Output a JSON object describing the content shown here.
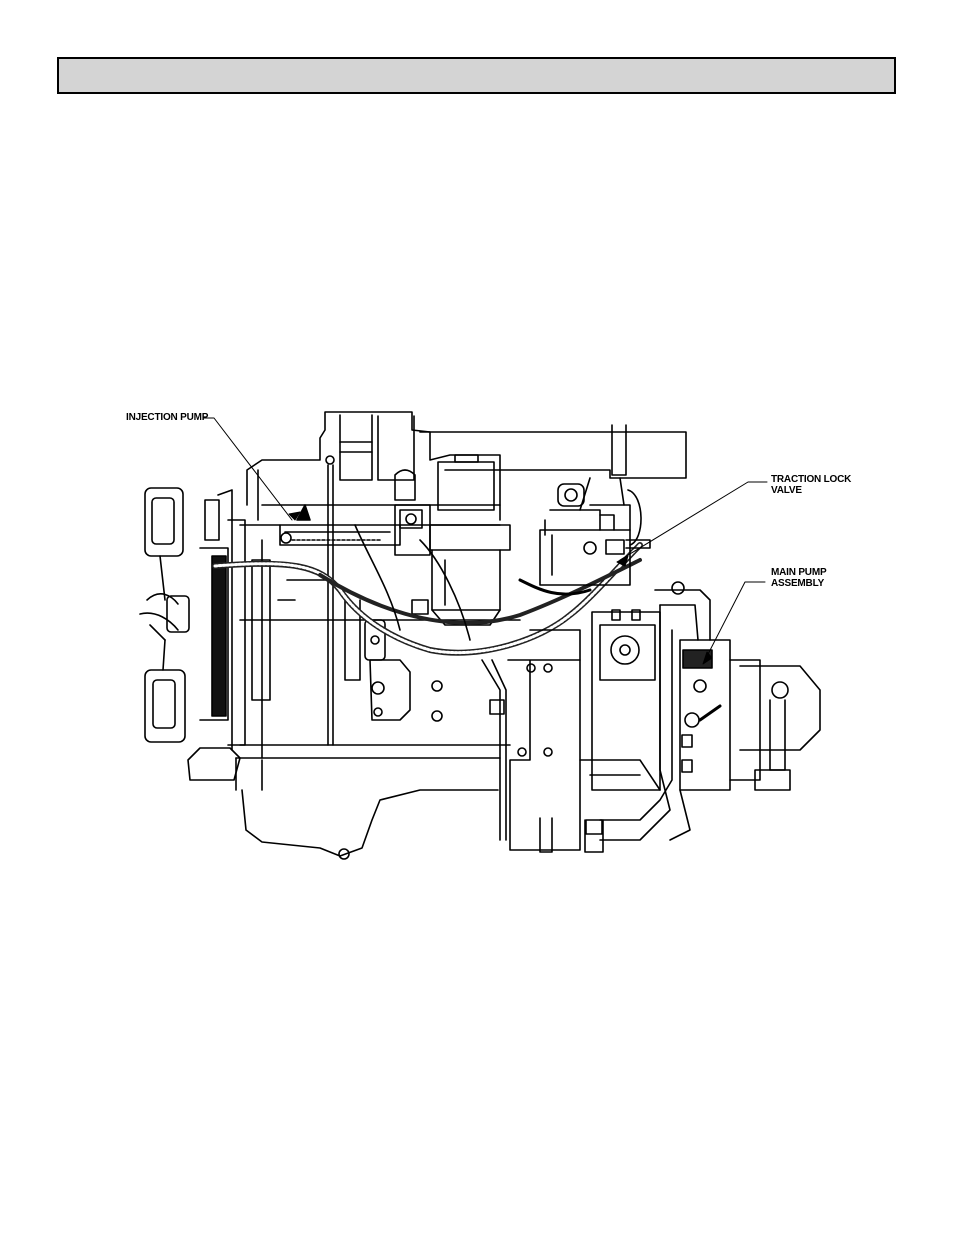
{
  "header": {
    "title": ""
  },
  "callouts": {
    "injection_pump": "INJECTION PUMP",
    "traction_lock_valve": {
      "line1": "TRACTION LOCK",
      "line2": "VALVE"
    },
    "main_pump_assembly": {
      "line1": "MAIN PUMP",
      "line2": "ASSEMBLY"
    }
  }
}
